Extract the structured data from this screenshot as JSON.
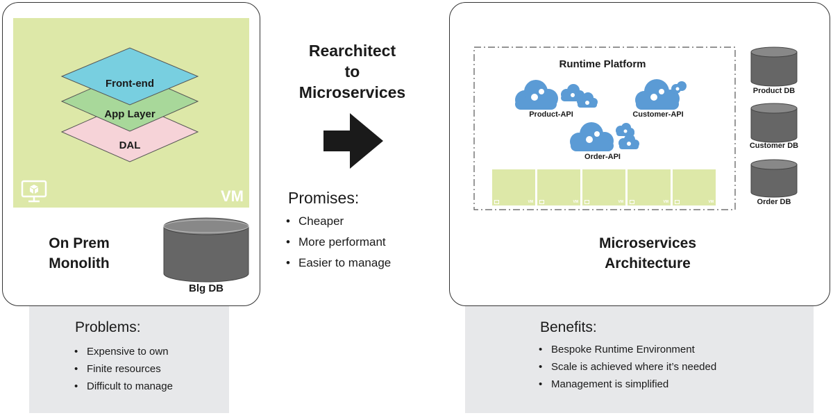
{
  "left": {
    "layers": [
      "Front-end",
      "App Layer",
      "DAL"
    ],
    "vm_label": "VM",
    "title_line1": "On Prem",
    "title_line2": "Monolith",
    "db_label": "Blg DB",
    "problems_heading": "Problems:",
    "problems": [
      "Expensive to own",
      "Finite resources",
      "Difficult to manage"
    ]
  },
  "middle": {
    "heading_line1": "Rearchitect",
    "heading_line2": "to",
    "heading_line3": "Microservices",
    "promises_heading": "Promises:",
    "promises": [
      "Cheaper",
      "More performant",
      "Easier to manage"
    ]
  },
  "right": {
    "platform_title": "Runtime Platform",
    "apis": [
      "Product-API",
      "Customer-API",
      "Order-API"
    ],
    "vm_tile_label": "VM",
    "dbs": [
      "Product DB",
      "Customer DB",
      "Order DB"
    ],
    "title_line1": "Microservices",
    "title_line2": "Architecture",
    "benefits_heading": "Benefits:",
    "benefits": [
      "Bespoke Runtime Environment",
      "Scale is achieved where it’s needed",
      "Management is simplified"
    ]
  },
  "colors": {
    "vm_green": "#dde8a8",
    "frontend_blue": "#78cfe0",
    "app_green": "#a8d89a",
    "dal_pink": "#f6d3d8",
    "cloud_blue": "#5b9bd5",
    "db_grey": "#666666",
    "grey_box": "#e7e8ea"
  },
  "icons": [
    "monitor-icon",
    "cloud-gear-icon",
    "arrow-right-icon",
    "database-icon"
  ]
}
